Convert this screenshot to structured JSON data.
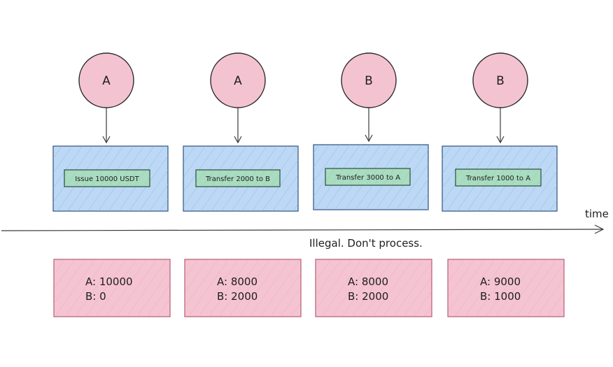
{
  "nodes": [
    {
      "actor": "A",
      "transaction": "Issue 10000 USDT",
      "balance_a": "A: 10000",
      "balance_b": "B: 0"
    },
    {
      "actor": "A",
      "transaction": "Transfer 2000 to B",
      "balance_a": "A: 8000",
      "balance_b": "B: 2000"
    },
    {
      "actor": "B",
      "transaction": "Transfer 3000 to A",
      "balance_a": "A: 8000",
      "balance_b": "B: 2000"
    },
    {
      "actor": "B",
      "transaction": "Transfer 1000 to A",
      "balance_a": "A: 9000",
      "balance_b": "B: 1000"
    }
  ],
  "timeline": {
    "label": "time",
    "note": "Illegal. Don't process."
  },
  "colors": {
    "actor_fill": "#f4c3d2",
    "actor_stroke": "#2b2b2b",
    "block_fill": "#bcd8f5",
    "block_stroke": "#2f4f7f",
    "tx_fill": "#a9dcc0",
    "tx_stroke": "#1f3f2c",
    "balance_fill": "#f5c4d3",
    "balance_stroke": "#b65c75",
    "arrow": "#3a3a3a"
  }
}
